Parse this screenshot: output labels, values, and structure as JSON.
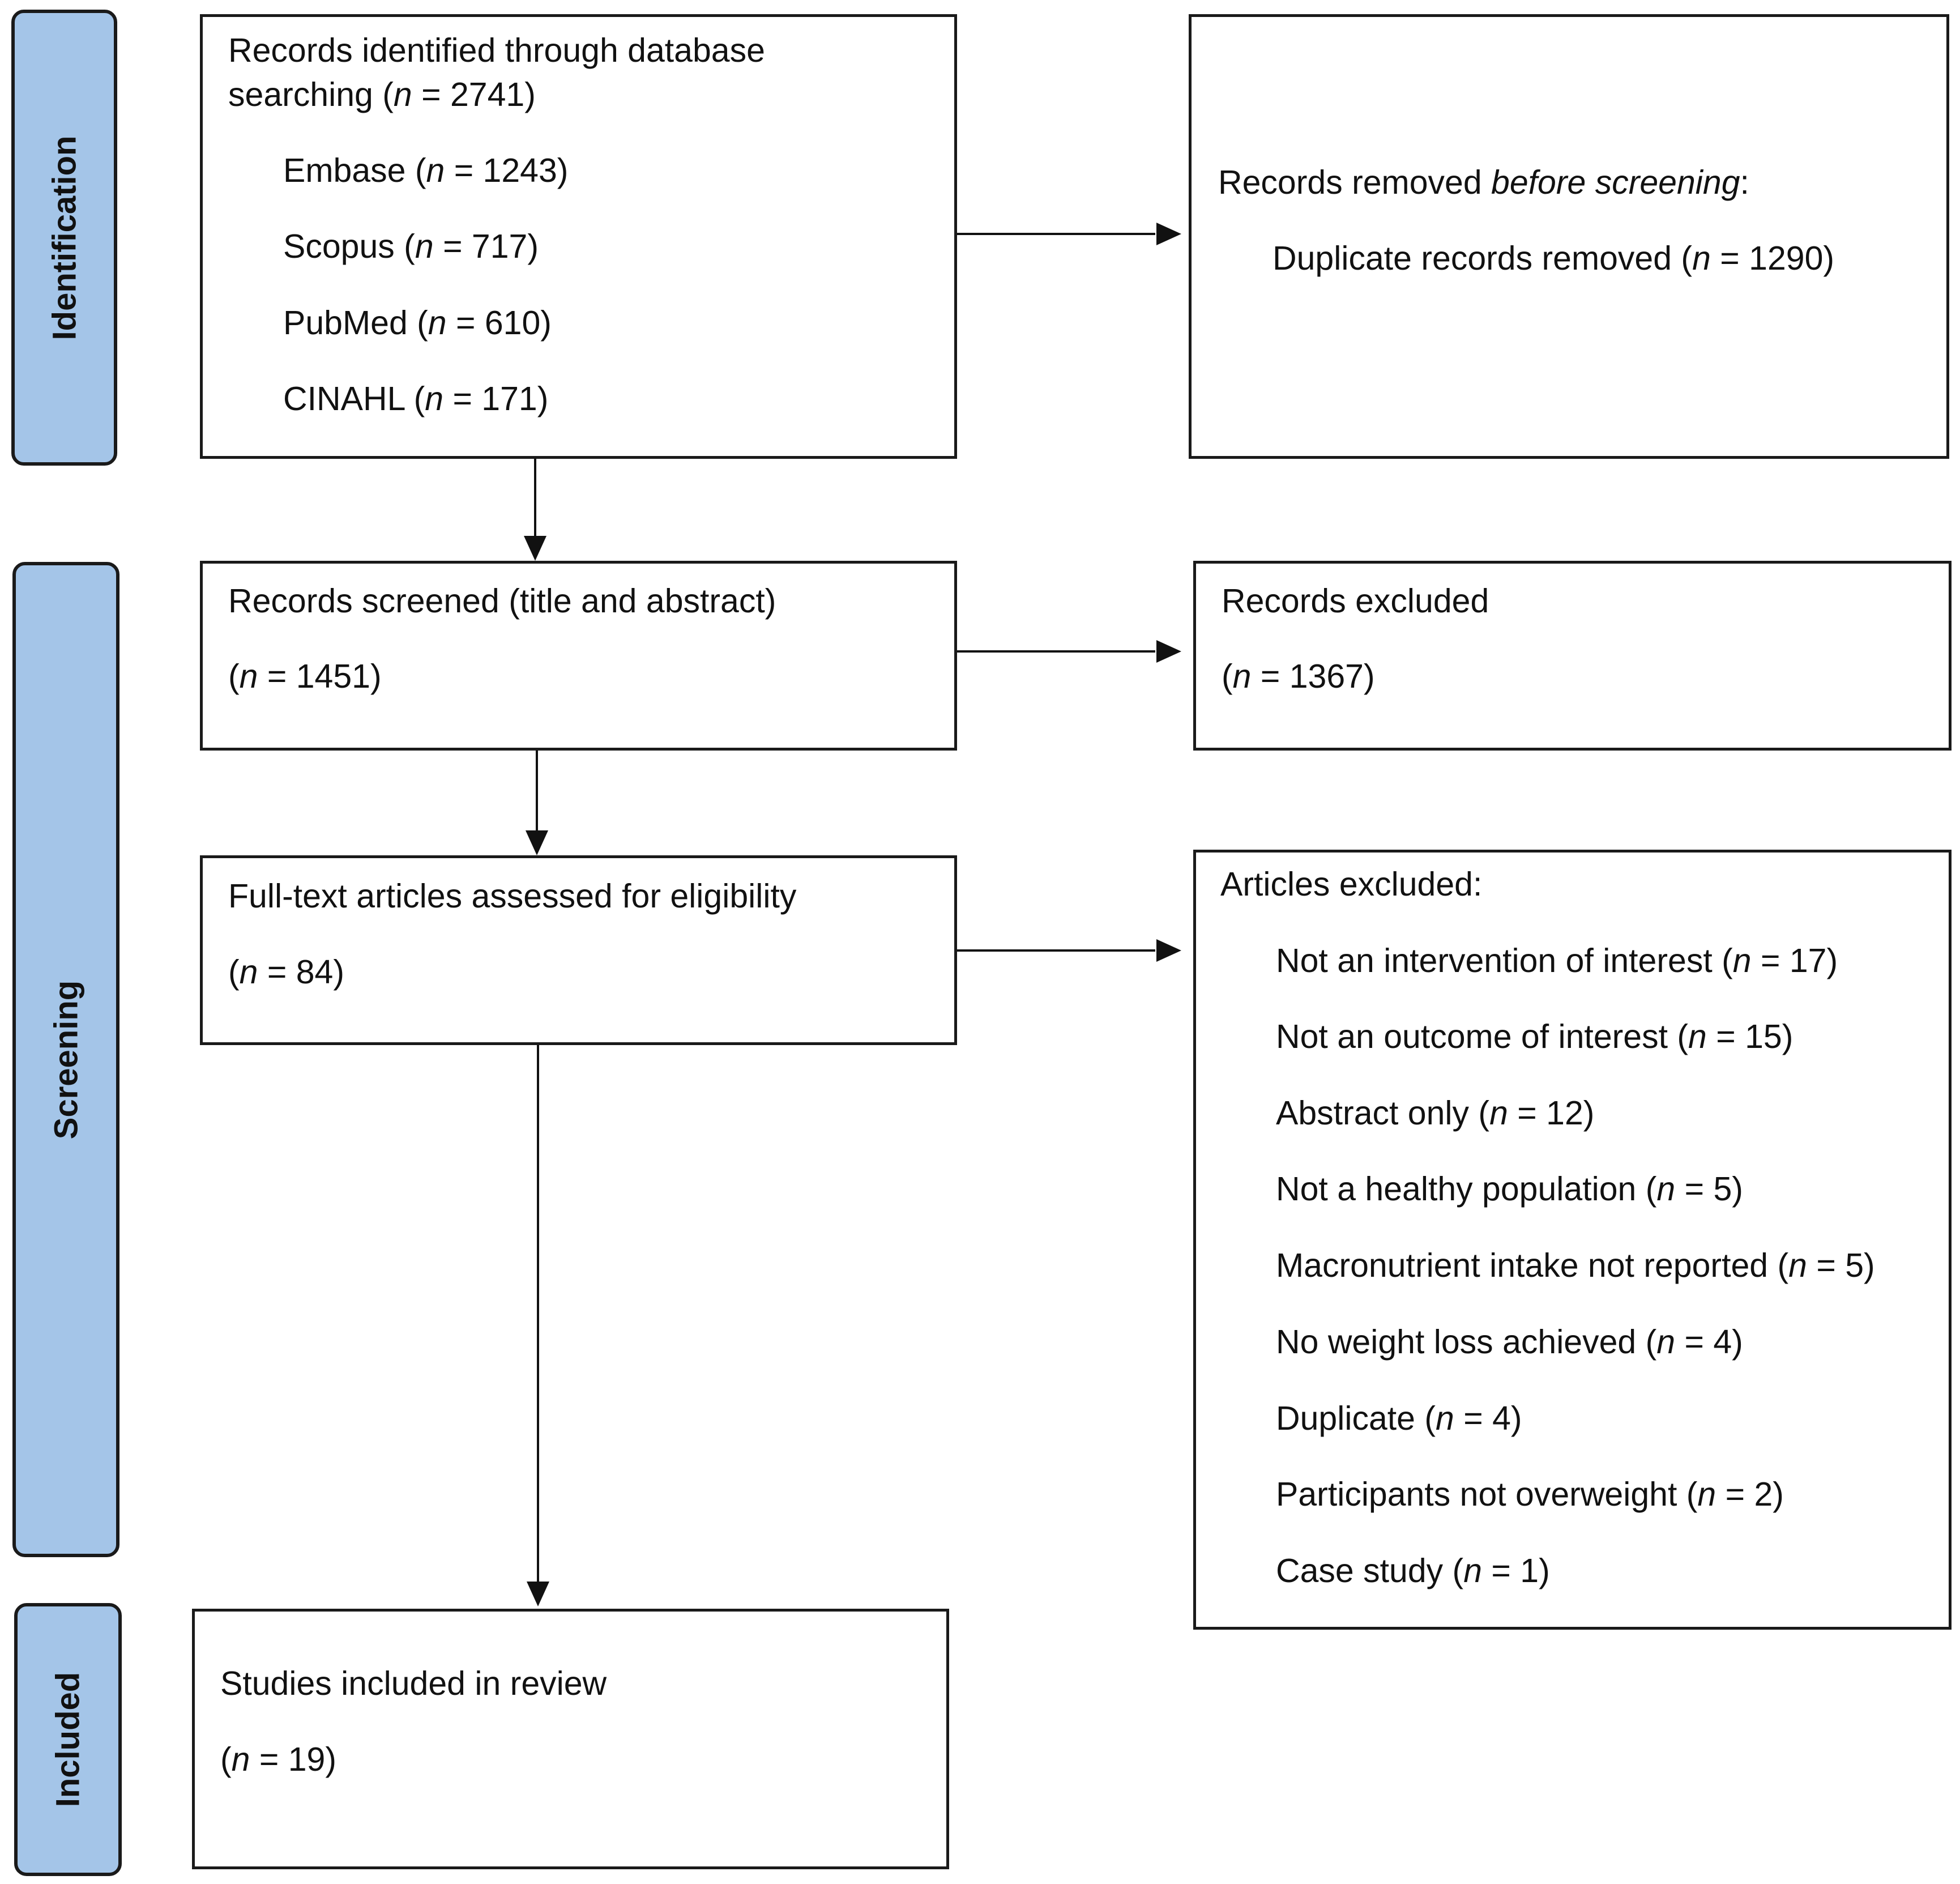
{
  "phases": {
    "identification": "Identification",
    "screening": "Screening",
    "included": "Included"
  },
  "n_symbol": "n",
  "identification_box": {
    "line1": "Records identified through database",
    "line2_prefix": "searching (",
    "line2_suffix": " = 2741)",
    "sources": [
      {
        "prefix": "Embase (",
        "suffix": " = 1243)"
      },
      {
        "prefix": "Scopus (",
        "suffix": " = 717)"
      },
      {
        "prefix": "PubMed (",
        "suffix": " = 610)"
      },
      {
        "prefix": "CINAHL (",
        "suffix": " = 171)"
      }
    ]
  },
  "removed_box": {
    "line1_prefix": "Records removed ",
    "line1_italic": "before screening",
    "line1_suffix": ":",
    "line2_prefix": "Duplicate records removed  (",
    "line2_suffix": " = 1290)"
  },
  "screened_box": {
    "title": "Records screened (title and abstract)",
    "count_prefix": "(",
    "count_suffix": " = 1451)"
  },
  "excluded_box": {
    "title": "Records excluded",
    "count_prefix": "(",
    "count_suffix": " = 1367)"
  },
  "fulltext_box": {
    "title": "Full-text articles assessed for eligibility",
    "count_prefix": "(",
    "count_suffix": " = 84)"
  },
  "articles_excluded_box": {
    "title": "Articles excluded:",
    "reasons": [
      {
        "prefix": "Not an intervention of interest (",
        "suffix": " = 17)"
      },
      {
        "prefix": "Not an outcome of interest (",
        "suffix": " = 15)"
      },
      {
        "prefix": "Abstract only (",
        "suffix": " = 12)"
      },
      {
        "prefix": "Not a healthy population (",
        "suffix": " = 5)"
      },
      {
        "prefix": "Macronutrient intake not reported (",
        "suffix": " = 5)"
      },
      {
        "prefix": "No weight loss achieved (",
        "suffix": " = 4)"
      },
      {
        "prefix": "Duplicate (",
        "suffix": " = 4)"
      },
      {
        "prefix": "Participants not overweight (",
        "suffix": " = 2)"
      },
      {
        "prefix": "Case study (",
        "suffix": " = 1)"
      }
    ]
  },
  "included_box": {
    "title": "Studies included in review",
    "count_prefix": "(",
    "count_suffix": " = 19)"
  }
}
